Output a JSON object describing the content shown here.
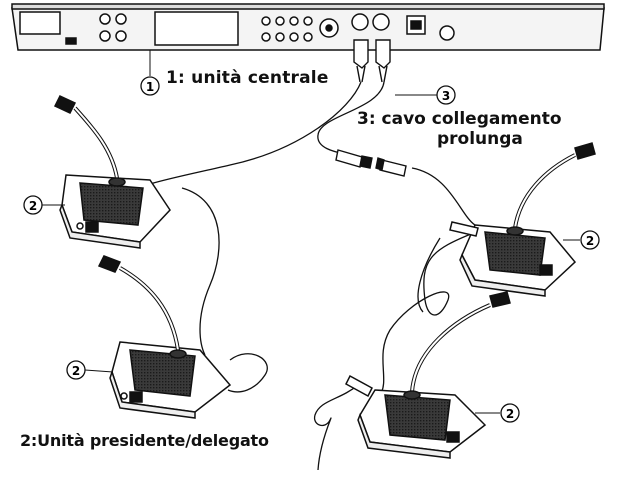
{
  "labels": {
    "central_unit": "1: unità centrale",
    "extension_cable_line1": "3: cavo collegamento",
    "extension_cable_line2": "prolunga",
    "chairman_delegate_unit": "2:Unità presidente/delegato"
  },
  "callouts": {
    "central_unit_number": "1",
    "extension_cable_number": "3",
    "unit_number": "2"
  },
  "colors": {
    "line": "#111111",
    "mesh": "#2a2a2a",
    "background": "#ffffff"
  }
}
